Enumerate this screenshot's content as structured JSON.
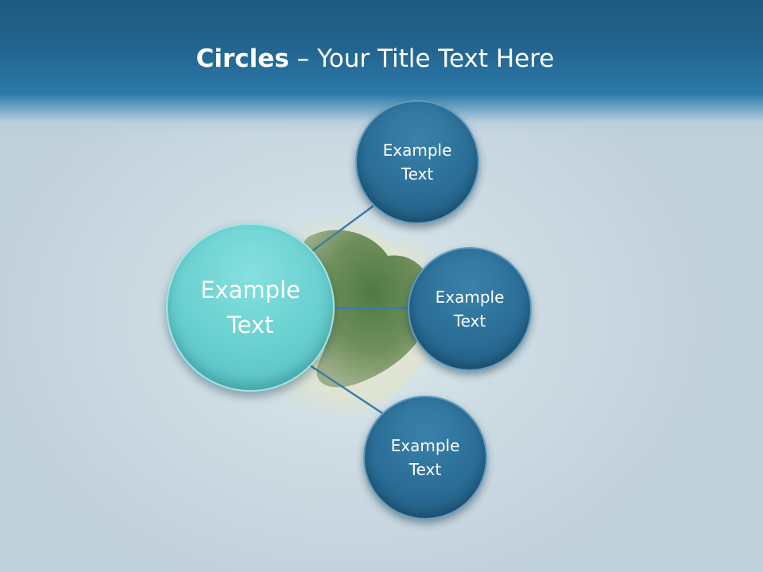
{
  "slide": {
    "title_bold": "Circles",
    "title_rest": " – Your Title Text Here"
  },
  "diagram": {
    "center_node": {
      "text_line1": "Example",
      "text_line2": "Text"
    },
    "nodes": [
      {
        "text_line1": "Example",
        "text_line2": "Text"
      },
      {
        "text_line1": "Example",
        "text_line2": "Text"
      },
      {
        "text_line1": "Example",
        "text_line2": "Text"
      }
    ]
  },
  "colors": {
    "header": "#23648f",
    "node_fill": "#2a6d96",
    "center_fill": "#6ad0d0",
    "connector": "#3b7ea6"
  }
}
